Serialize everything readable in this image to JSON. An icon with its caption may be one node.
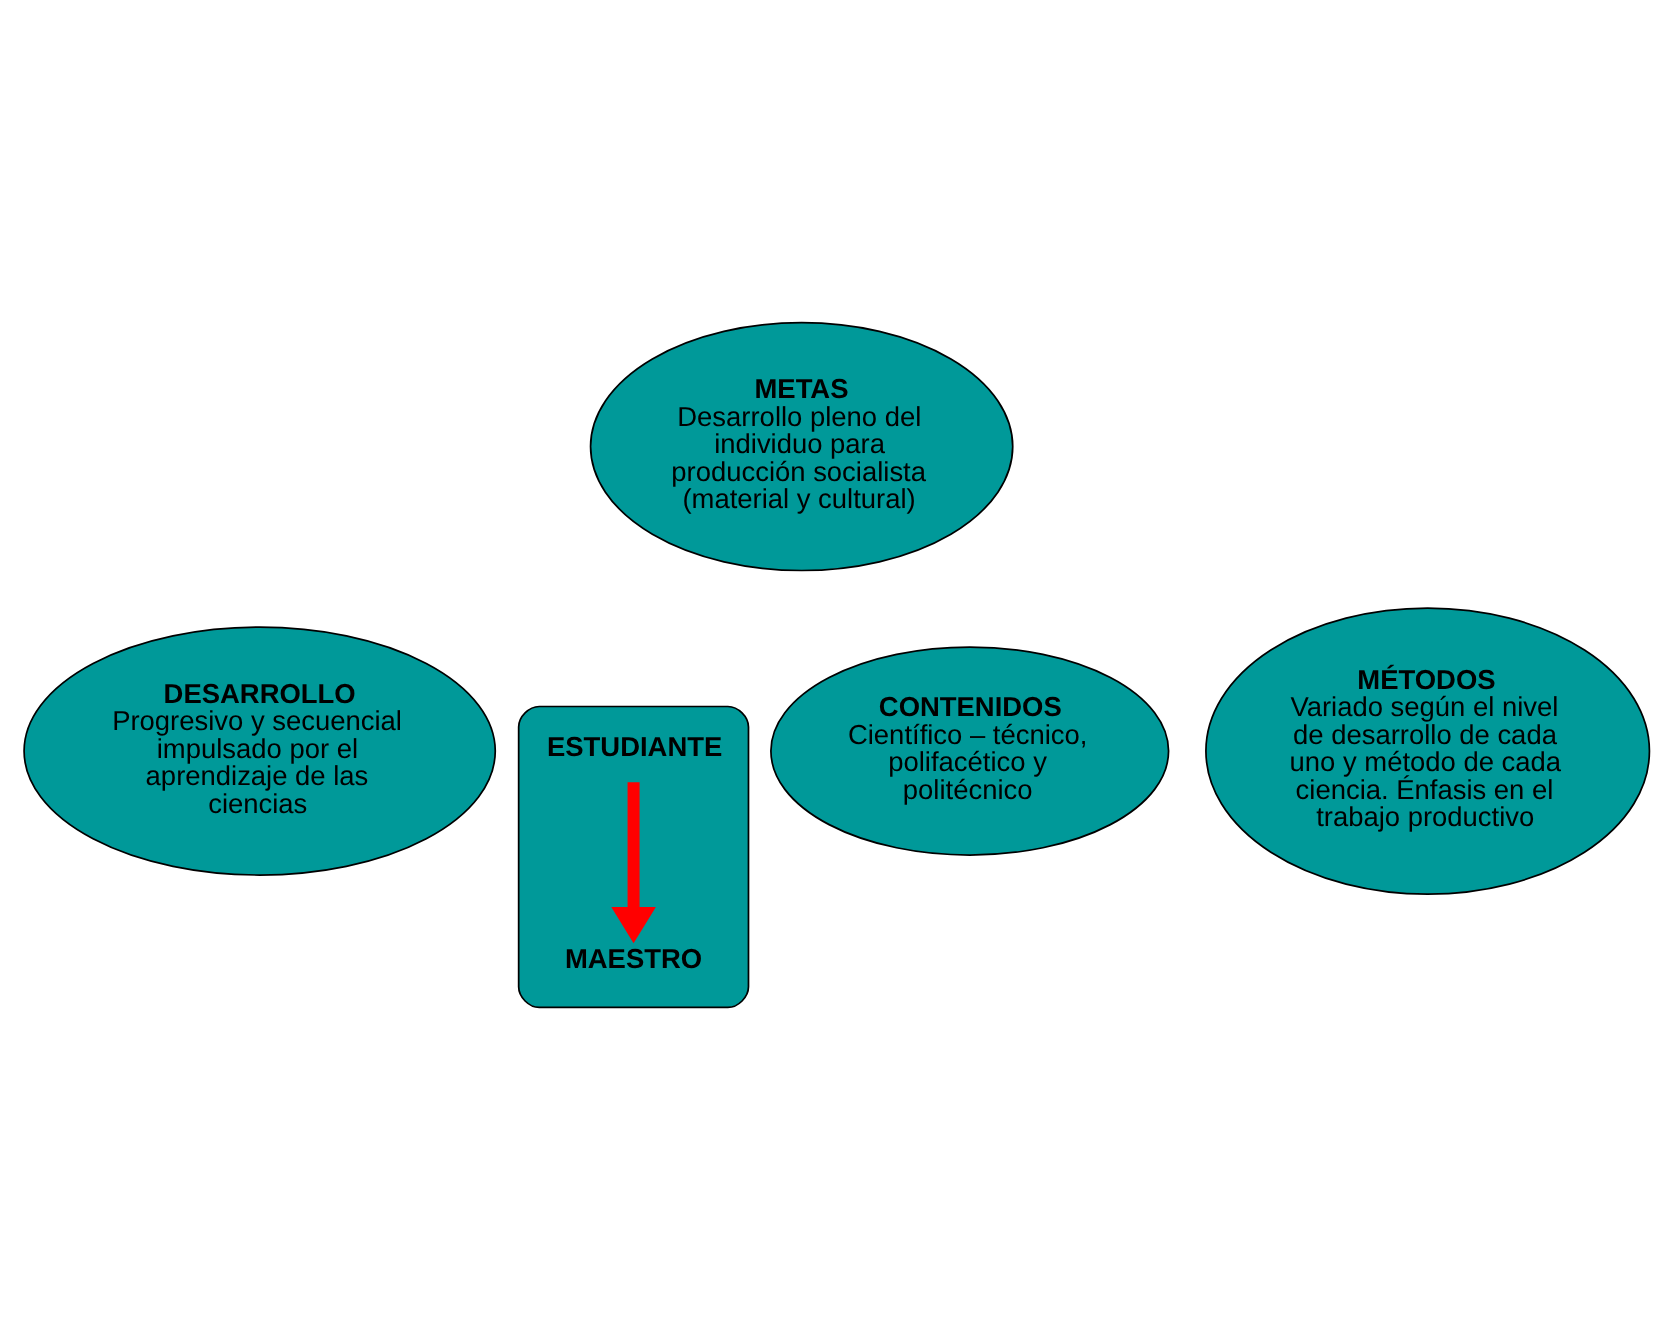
{
  "diagram": {
    "nodes": [
      {
        "text": [
          "METAS",
          "Desarrollo pleno del individuo para producción socialista (material y cultural)"
        ]
      },
      {
        "text": [
          "DESARROLLO",
          "Progresivo y secuencial impulsado por el aprendizaje de las ciencias"
        ]
      },
      {
        "text": [],
        "shape": "ellipse"
      },
      {
        "text": [
          "ESTUDIANTE"
        ],
        "in": 2
      },
      {
        "text": [
          "MAESTRO"
        ],
        "in": 2
      },
      {
        "text": [
          "CONTENIDOS",
          "Científico – técnico, polifacético y politécnico"
        ]
      },
      {
        "text": [
          "MÉTODOS",
          "Variado según el nivel de desarrollo de cada uno y método de cada ciencia. Énfasis en el trabajo productivo"
        ]
      }
    ],
    "edges": [
      {
        "from": 3,
        "to": 4,
        "arrow": "to",
        "color": "#ff0000"
      }
    ]
  }
}
